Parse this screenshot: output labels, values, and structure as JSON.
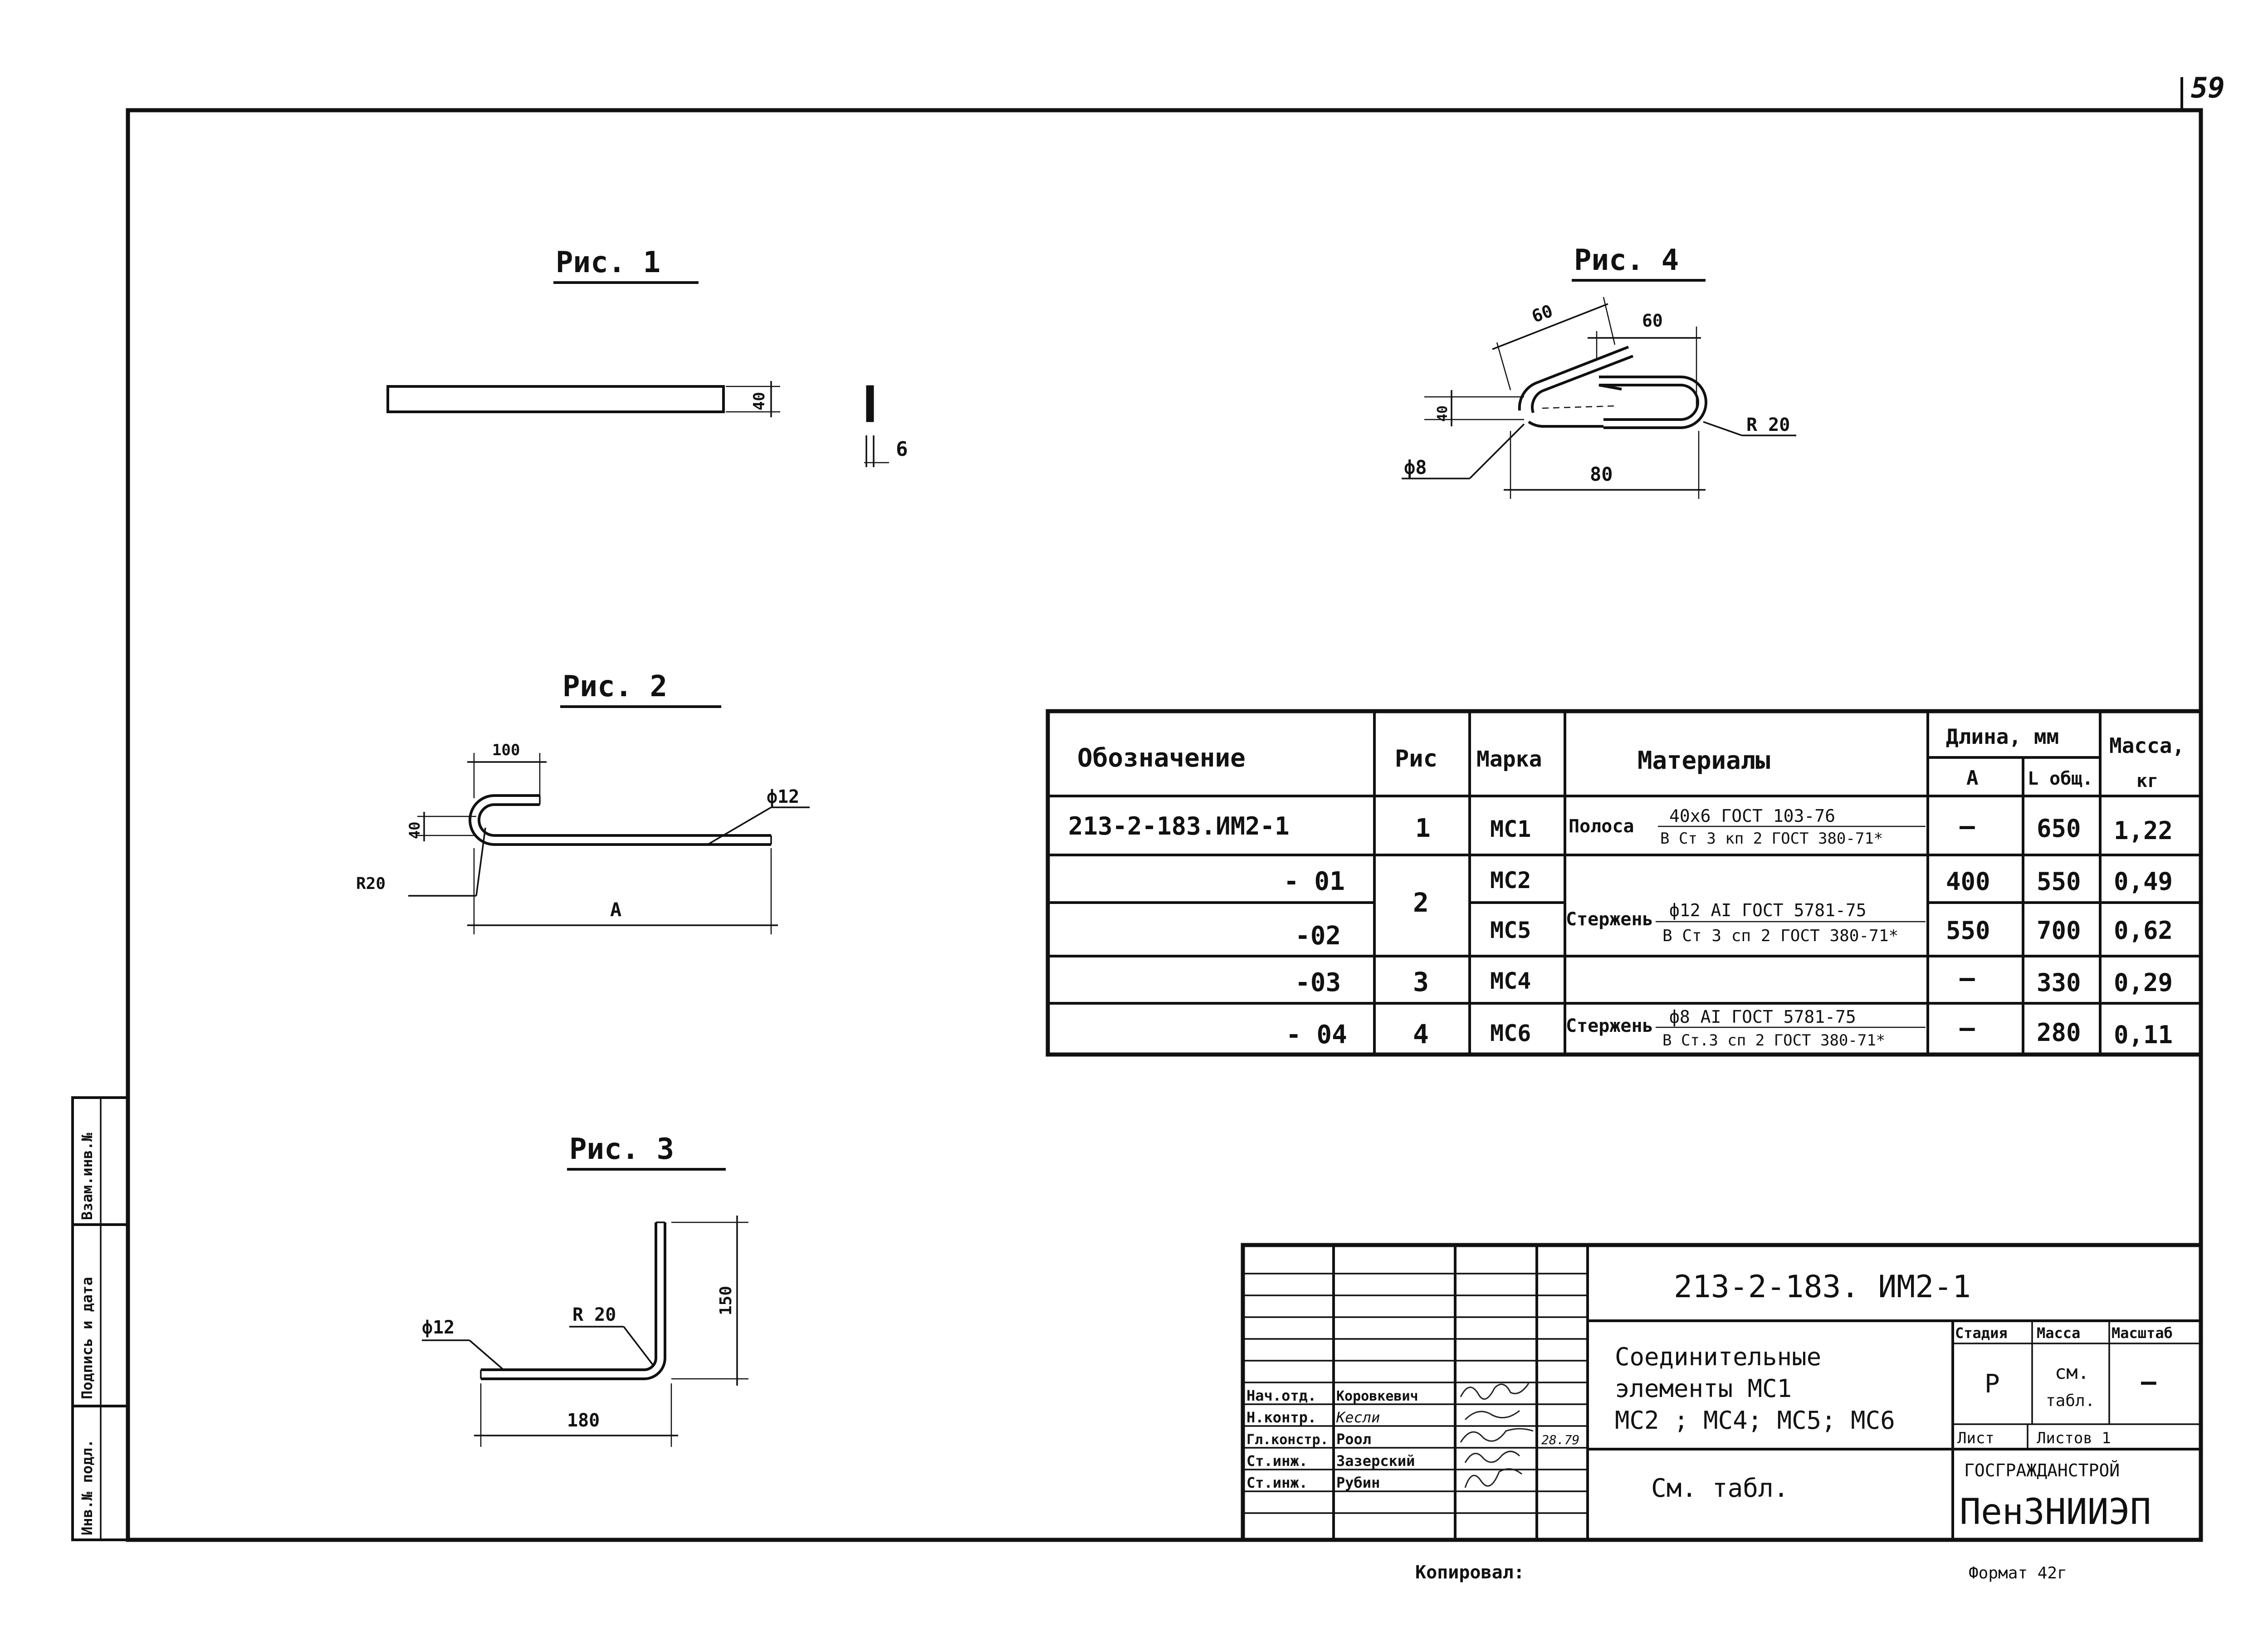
{
  "page_number": "59",
  "figures": {
    "fig1": {
      "title": "Рис. 1",
      "dim_height": "40",
      "dim_thickness": "6"
    },
    "fig2": {
      "title": "Рис. 2",
      "dim_top": "100",
      "dim_left": "40",
      "dim_diameter": "ф12",
      "dim_radius": "R20",
      "dim_length": "A"
    },
    "fig3": {
      "title": "Рис. 3",
      "dim_diameter": "ф12",
      "dim_radius": "R 20",
      "dim_height": "150",
      "dim_length": "180"
    },
    "fig4": {
      "title": "Рис. 4",
      "dim_a": "60",
      "dim_b": "60",
      "dim_gap": "40",
      "dim_radius": "R 20",
      "dim_diameter": "ф8",
      "dim_length": "80"
    }
  },
  "spec_table": {
    "headers": {
      "designation": "Обозначение",
      "fig": "Рис",
      "mark": "Марка",
      "materials": "Материалы",
      "length": "Длина, мм",
      "length_a": "A",
      "length_total": "L общ.",
      "mass": "Масса,",
      "mass_unit": "кг"
    },
    "rows": [
      {
        "designation": "213-2-183.ИМ2-1",
        "fig": "1",
        "mark": "МС1",
        "a": "—",
        "l": "650",
        "mass": "1,22"
      },
      {
        "designation": "- 01",
        "fig": "",
        "mark": "МС2",
        "a": "400",
        "l": "550",
        "mass": "0,49"
      },
      {
        "designation": "-02",
        "fig": "",
        "mark": "МС5",
        "a": "550",
        "l": "700",
        "mass": "0,62"
      },
      {
        "designation": "-03",
        "fig": "3",
        "mark": "МС4",
        "a": "—",
        "l": "330",
        "mass": "0,29"
      },
      {
        "designation": "- 04",
        "fig": "4",
        "mark": "МС6",
        "a": "—",
        "l": "280",
        "mass": "0,11"
      }
    ],
    "fig_merged": "2",
    "materials": [
      {
        "prefix": "Полоса",
        "top": "40x6 ГОСТ 103-76",
        "bottom": "В Ст 3 кп 2 ГОСТ 380-71*"
      },
      {
        "prefix": "Стержень",
        "top": "ф12 АI ГОСТ 5781-75",
        "bottom": "В Ст 3 сп 2 ГОСТ 380-71*"
      },
      {
        "prefix": "Стержень",
        "top": "ф8 АI ГОСТ 5781-75",
        "bottom": "В Ст.3 сп 2 ГОСТ 380-71*"
      }
    ]
  },
  "title_block": {
    "doc_code": "213-2-183. ИМ2-1",
    "title_line1": "Соединительные",
    "title_line2": "элементы МС1",
    "title_line3": "МС2 ; МС4; МС5; МС6",
    "see_table": "См. табл.",
    "stage_label": "Стадия",
    "mass_label": "Масса",
    "scale_label": "Масштаб",
    "stage_value": "Р",
    "mass_value_1": "см.",
    "mass_value_2": "табл.",
    "scale_value": "—",
    "sheet_label": "Лист",
    "sheets_label": "Листов 1",
    "org_line1": "ГОСГРАЖДАНСТРОЙ",
    "org_line2": "ПенЗНИИЭП",
    "staff": [
      {
        "role": "Нач.отд.",
        "name": "Коровкевич",
        "date": ""
      },
      {
        "role": "Н.контр.",
        "name": "Кесли",
        "date": ""
      },
      {
        "role": "Гл.констр.",
        "name": "Роол",
        "date": "28.79"
      },
      {
        "role": "Ст.инж.",
        "name": "Зазерский",
        "date": ""
      },
      {
        "role": "Ст.инж.",
        "name": "Рубин",
        "date": ""
      }
    ]
  },
  "side_stamp": {
    "inv_orig": "Инв.№ подл.",
    "sign_date": "Подпись и дата",
    "replace_inv": "Взам.инв.№"
  },
  "footer": {
    "copied": "Копировал:",
    "format": "Формат 42г"
  }
}
